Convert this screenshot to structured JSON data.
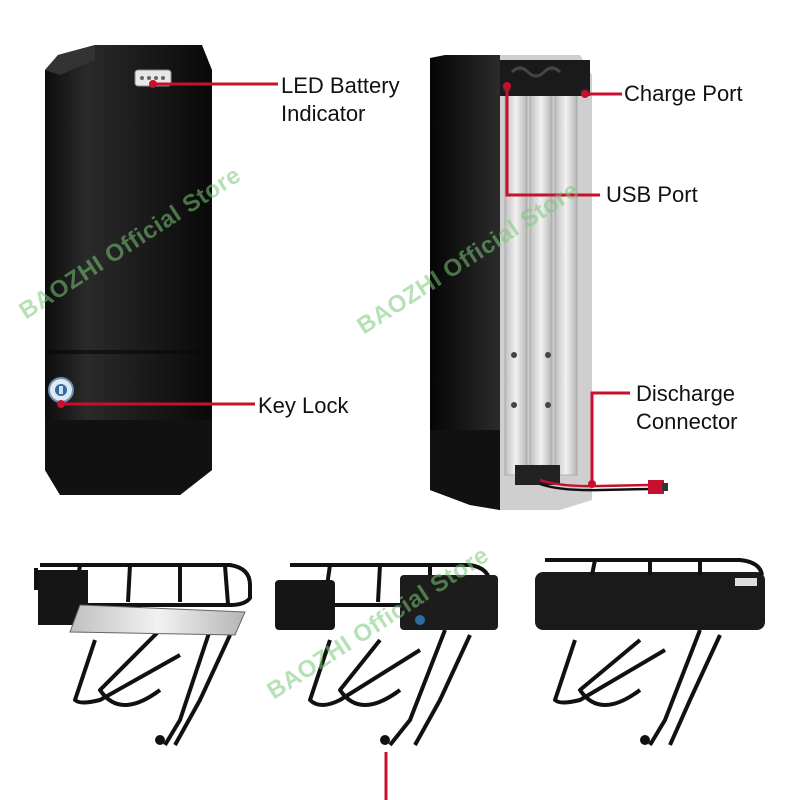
{
  "labels": {
    "led": [
      "LED Battery",
      "Indicator"
    ],
    "key_lock": "Key Lock",
    "charge_port": "Charge Port",
    "usb_port": "USB Port",
    "discharge": [
      "Discharge",
      "Connector"
    ]
  },
  "watermark": "BAOZHI Official Store",
  "colors": {
    "callout": "#c8102e",
    "battery_body": "#1b1b1b",
    "aluminum": "#d9d9d9",
    "rack": "#111111",
    "watermark": "#78c878"
  }
}
